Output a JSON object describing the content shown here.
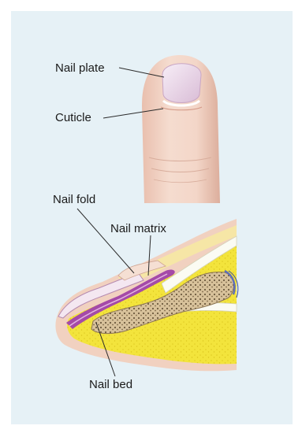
{
  "labels": {
    "nail_plate": "Nail plate",
    "cuticle": "Cuticle",
    "nail_fold": "Nail fold",
    "nail_matrix": "Nail matrix",
    "nail_bed": "Nail bed"
  },
  "colors": {
    "background": "#e6f1f6",
    "skin": "#f2d3c4",
    "nail": "#e2c8dc",
    "matrix": "#9b3fa0",
    "fat": "#f2e43a",
    "bone": "#d9c39e",
    "tendon": "#f8f8f0"
  }
}
